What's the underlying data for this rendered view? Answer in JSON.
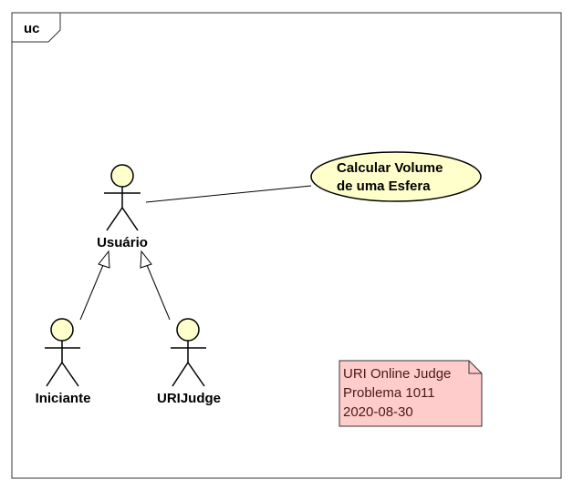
{
  "frame": {
    "label": "uc"
  },
  "actors": [
    {
      "id": "usuario",
      "name": "Usuário"
    },
    {
      "id": "iniciante",
      "name": "Iniciante"
    },
    {
      "id": "urijudge",
      "name": "URIJudge"
    }
  ],
  "use_case": {
    "lines": [
      "Calcular Volume",
      "de uma Esfera"
    ]
  },
  "note": {
    "lines": [
      "URI Online Judge",
      "Problema 1011",
      "2020-08-30"
    ]
  },
  "colors": {
    "actor_fill": "#ffffcc",
    "usecase_fill": "#ffffcc",
    "note_fill": "#ffcccc",
    "note_stroke": "#333333"
  }
}
